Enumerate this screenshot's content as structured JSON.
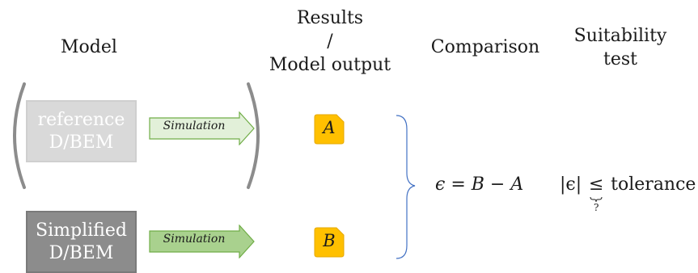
{
  "headers": {
    "model": "Model",
    "results_line1": "Results",
    "results_line2": "/",
    "results_line3": "Model output",
    "comparison": "Comparison",
    "suitability_line1": "Suitability",
    "suitability_line2": "test"
  },
  "reference_box": {
    "line1": "reference",
    "line2": "D/BEM",
    "fill": "#d9d9d9",
    "border": "#cfcfcf"
  },
  "simplified_box": {
    "line1": "Simplified",
    "line2": "D/BEM",
    "fill": "#8c8c8c",
    "border": "#7a7a7a"
  },
  "arrow_top": {
    "label": "Simulation",
    "fill": "#e2f0d9",
    "stroke": "#70ad47"
  },
  "arrow_bottom": {
    "label": "Simulation",
    "fill": "#a9d18e",
    "stroke": "#70ad47"
  },
  "output_a": {
    "label": "A",
    "fill": "#ffc000",
    "stroke": "#e6a800"
  },
  "output_b": {
    "label": "B",
    "fill": "#ffc000",
    "stroke": "#e6a800"
  },
  "comparison_formula": {
    "lhs": "ϵ",
    "eq": " = ",
    "b": "B",
    "minus": " − ",
    "a": "A"
  },
  "suitability_formula": {
    "abs_eps": "|ϵ|",
    "relation": "≤",
    "question": "?",
    "rhs": "tolerance"
  }
}
